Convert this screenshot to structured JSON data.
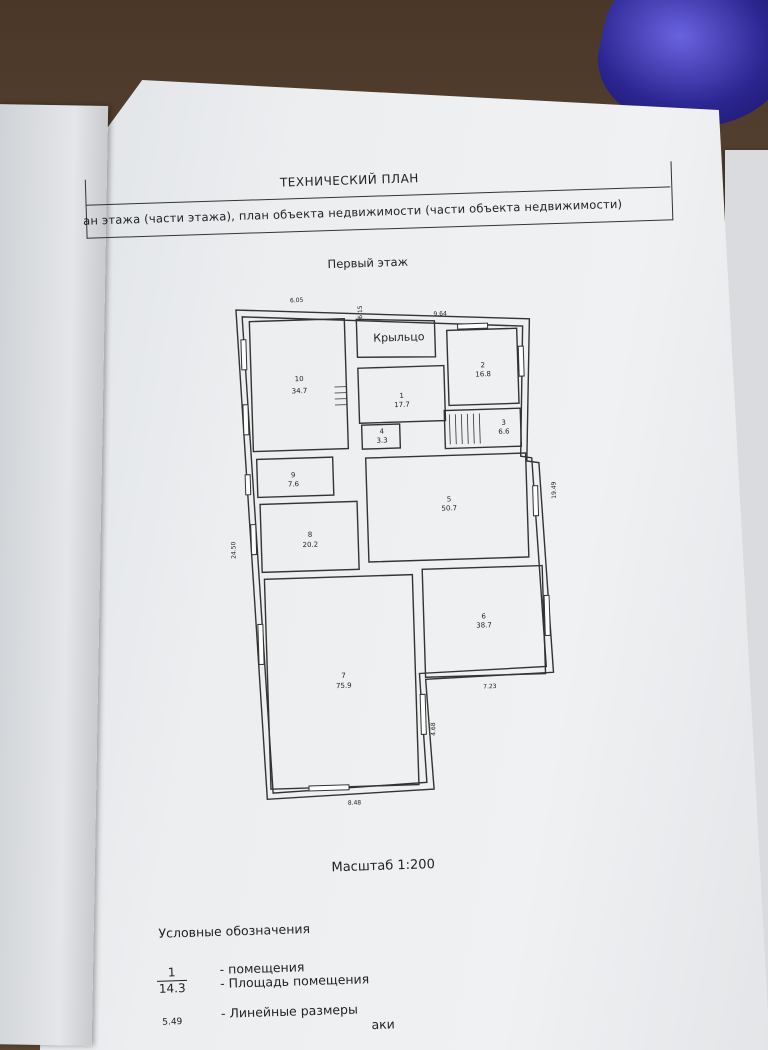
{
  "sheet": {
    "title": "ТЕХНИЧЕСКИЙ ПЛАН",
    "subtitle": "ан этажа (части этажа), план объекта недвижимости (части объекта недвижимости)",
    "floor_title": "Первый этаж",
    "scale_label": "Масштаб 1:200",
    "porch_label": "Крыльцо"
  },
  "rooms": [
    {
      "number": "10",
      "area": "34.7"
    },
    {
      "number": "1",
      "area": "17.7"
    },
    {
      "number": "2",
      "area": "16.8"
    },
    {
      "number": "3",
      "area": "6.6"
    },
    {
      "number": "4",
      "area": "3.3"
    },
    {
      "number": "9",
      "area": "7.6"
    },
    {
      "number": "5",
      "area": "50.7"
    },
    {
      "number": "8",
      "area": "20.2"
    },
    {
      "number": "6",
      "area": "38.7"
    },
    {
      "number": "7",
      "area": "75.9"
    }
  ],
  "dimensions": {
    "top_left": "6.05",
    "porch_depth": "6.15",
    "top_total": "9.64",
    "left_total": "24.50",
    "right_total": "19.49",
    "bottom_left": "8.48",
    "bottom_right": "7.23",
    "room7_right": "4.68"
  },
  "legend": {
    "heading": "Условные обозначения",
    "room_number_example": "1",
    "room_area_example": "14.3",
    "room_number_text": "- помещения",
    "room_area_text": "- Площадь помещения",
    "dimension_example": "5.49",
    "dimension_text": "- Линейные размеры",
    "cut_text": "аки"
  }
}
